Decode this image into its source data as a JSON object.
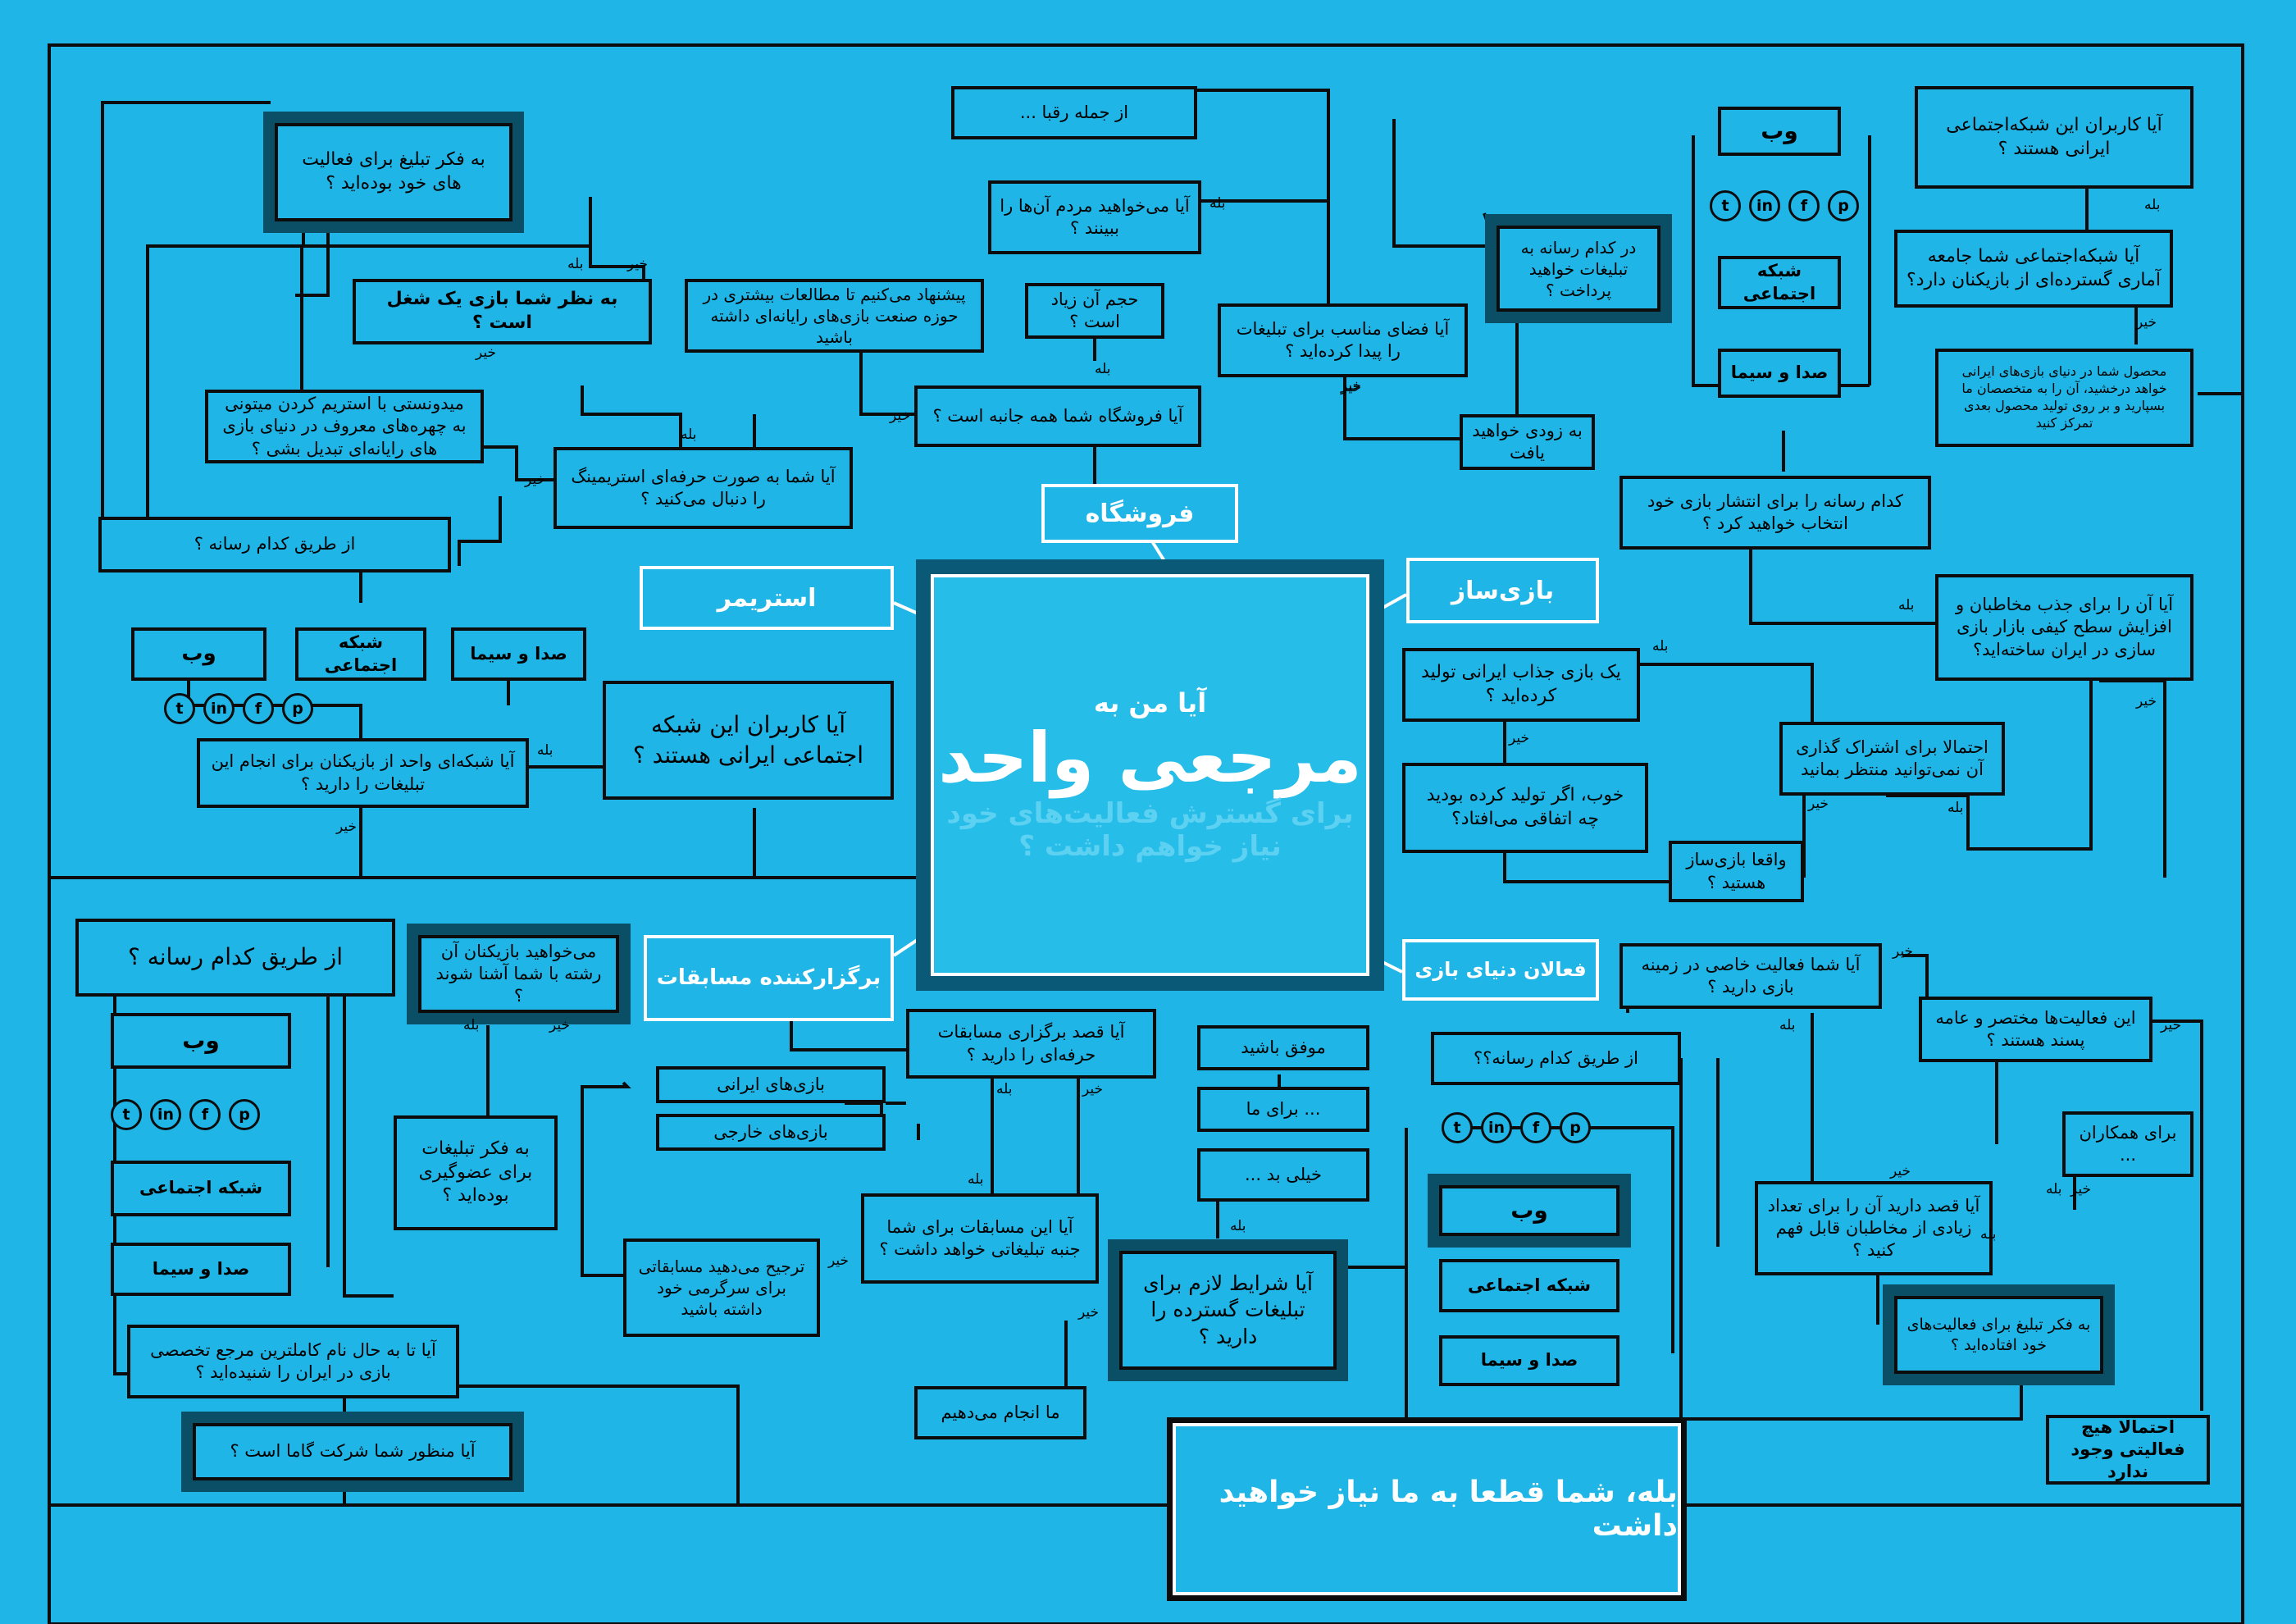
{
  "center": {
    "line1": "آیا من به",
    "line2": "مرجعی واحد",
    "line3": "برای گسترش فعالیت‌های خود نیاز خواهم داشت ؟"
  },
  "headings": {
    "store": "فروشگاه",
    "streamer": "استریمر",
    "developer": "بازی‌ساز",
    "organizer": "برگزارکننده مسابقات",
    "activists": "فعالان دنیای بازی"
  },
  "final": "بله، شما قطعا به ما نیاز خواهید داشت",
  "labels": {
    "yes": "بله",
    "no": "خیر"
  },
  "media": {
    "web": "وب",
    "social": "شبکه اجتماعی",
    "tv": "صدا و سیما"
  },
  "social_icons": [
    "twitter",
    "linkedin",
    "facebook",
    "pinterest"
  ],
  "nodes": {
    "competitors": "از جمله رقبا ...",
    "people_see": "آیا می‌خواهید مردم آن‌ها را ببینند ؟",
    "volume": "حجم آن زیاد است ؟",
    "suggest_study": "پیشنهاد می‌کنیم تا مطالعات بیشتری در حوزه صنعت بازی‌های رایانه‌ای داشته باشید",
    "store_all": "آیا فروشگاه شما همه جانبه است ؟",
    "ad_space": "آیا فضای مناسب برای تبلیغات را پیدا کرده‌اید ؟",
    "which_media_pay": "در کدام رسانه به تبلیغات خواهید پرداخت ؟",
    "soon": "به زودی خواهید یافت",
    "users_iranian_tr": "آیا کاربران این شبکه‌اجتماعی ایرانی هستند ؟",
    "social_stats": "آیا شبکه‌اجتماعی شما جامعه آماری گسترده‌ای از بازیکنان دارد؟",
    "product_shine": "محصول شما در دنیای بازی‌های ایرانی خواهد درخشید، آن را به متخصصان ما بسپارید و بر روی تولید محصول بعدی تمرکز کنید",
    "which_media_publish": "کدام رسانه را برای انتشار بازی خود انتخاب خواهید کرد ؟",
    "attract_audience": "آیا آن را برای جذب مخاطبان و افزایش سطح کیفی بازار بازی سازی در ایران ساخته‌اید؟",
    "made_game": "یک بازی جذاب ایرانی تولید کرده‌اید ؟",
    "if_made": "خوب، اگر تولید کرده بودید چه اتفاقی می‌افتاد؟",
    "subscription": "احتمالا برای اشتراک گذاری آن نمی‌توانید منتظر بمانید",
    "really_dev": "واقعا بازی‌ساز هستید ؟",
    "ad_thought": "به فکر تبلیغ برای فعالیت های خود بوده‌اید ؟",
    "job": "به نظر شما بازی یک شغل است ؟",
    "famous_stream": "میدونستی با استریم کردن میتونی به چهره‌های معروف در دنیای بازی های رایانه‌ای تبدیل بشی ؟",
    "pro_stream": "آیا شما به صورت حرفه‌ای استریمینگ را دنبال می‌کنید ؟",
    "via_media_tl": "از طریق کدام رسانه ؟",
    "users_iranian_l": "آیا کاربران این شبکه اجتماعی ایرانی هستند ؟",
    "unified_social": "آیا شبکه‌ای واحد از بازیکنان برای انجام این تبلیغات را دارید ؟",
    "via_media_bl": "از طریق کدام رسانه ؟",
    "players_know": "می‌خواهید بازیکنان آن رشته با شما آشنا شوند ؟",
    "membership_ad": "به فکر تبلیغات برای عضوگیری بوده‌اید ؟",
    "hold_comp": "آیا قصد برگزاری مسابقات حرفه‌ای را دارید ؟",
    "iran_games": "بازی‌های ایرانی",
    "foreign_games": "بازی‌های خارجی",
    "comp_ad": "آیا این مسابقات برای شما جنبه تبلیغاتی خواهد داشت ؟",
    "prefer_fun": "ترجیح می‌دهید مسابقاتی برای سرگرمی خود داشته باشید",
    "heard_ref": "آیا تا به حال نام کاملترین مرجع تخصصی بازی در ایران را شنیده‌اید ؟",
    "gama": "آیا منظور شما شرکت گاما است ؟",
    "success": "موفق باشید",
    "for_us": "... برای ما",
    "very_bad": "خیلی بد ...",
    "conditions": "آیا شرایط لازم برای تبلیغات گسترده را دارید ؟",
    "we_do": "ما انجام می‌دهیم",
    "via_media_mid": "از طریق کدام رسانه؟؟",
    "special_activity": "آیا شما فعالیت خاصی در زمینه بازی دارید ؟",
    "short_popular": "این فعالیت‌ها مختصر و عامه پسند هستند ؟",
    "colleagues": "برای همکاران ...",
    "many_audience": "آیا قصد دارید آن را برای تعداد زیادی از مخاطبان قابل فهم کنید ؟",
    "ad_thought2": "به فکر تبلیغ برای فعالیت‌های خود افتاده‌اید ؟",
    "no_activity": "احتمالا هیچ فعالیتی وجود ندارد"
  },
  "colors": {
    "background": "#1fb5e6",
    "line": "#0c0c0c",
    "heading_text": "#ffffff",
    "shadow": "#0a4f66"
  }
}
